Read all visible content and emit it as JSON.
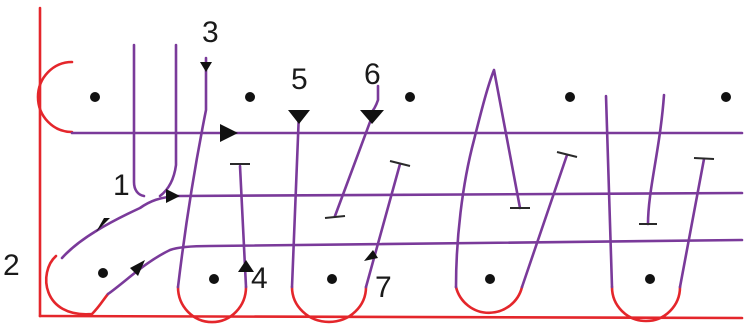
{
  "diagram": {
    "labels": [
      "1",
      "2",
      "3",
      "4",
      "5",
      "6",
      "7"
    ],
    "colors": {
      "boundary": "#e4262b",
      "strands": "#7a3a9a",
      "marks": "#111111"
    }
  }
}
